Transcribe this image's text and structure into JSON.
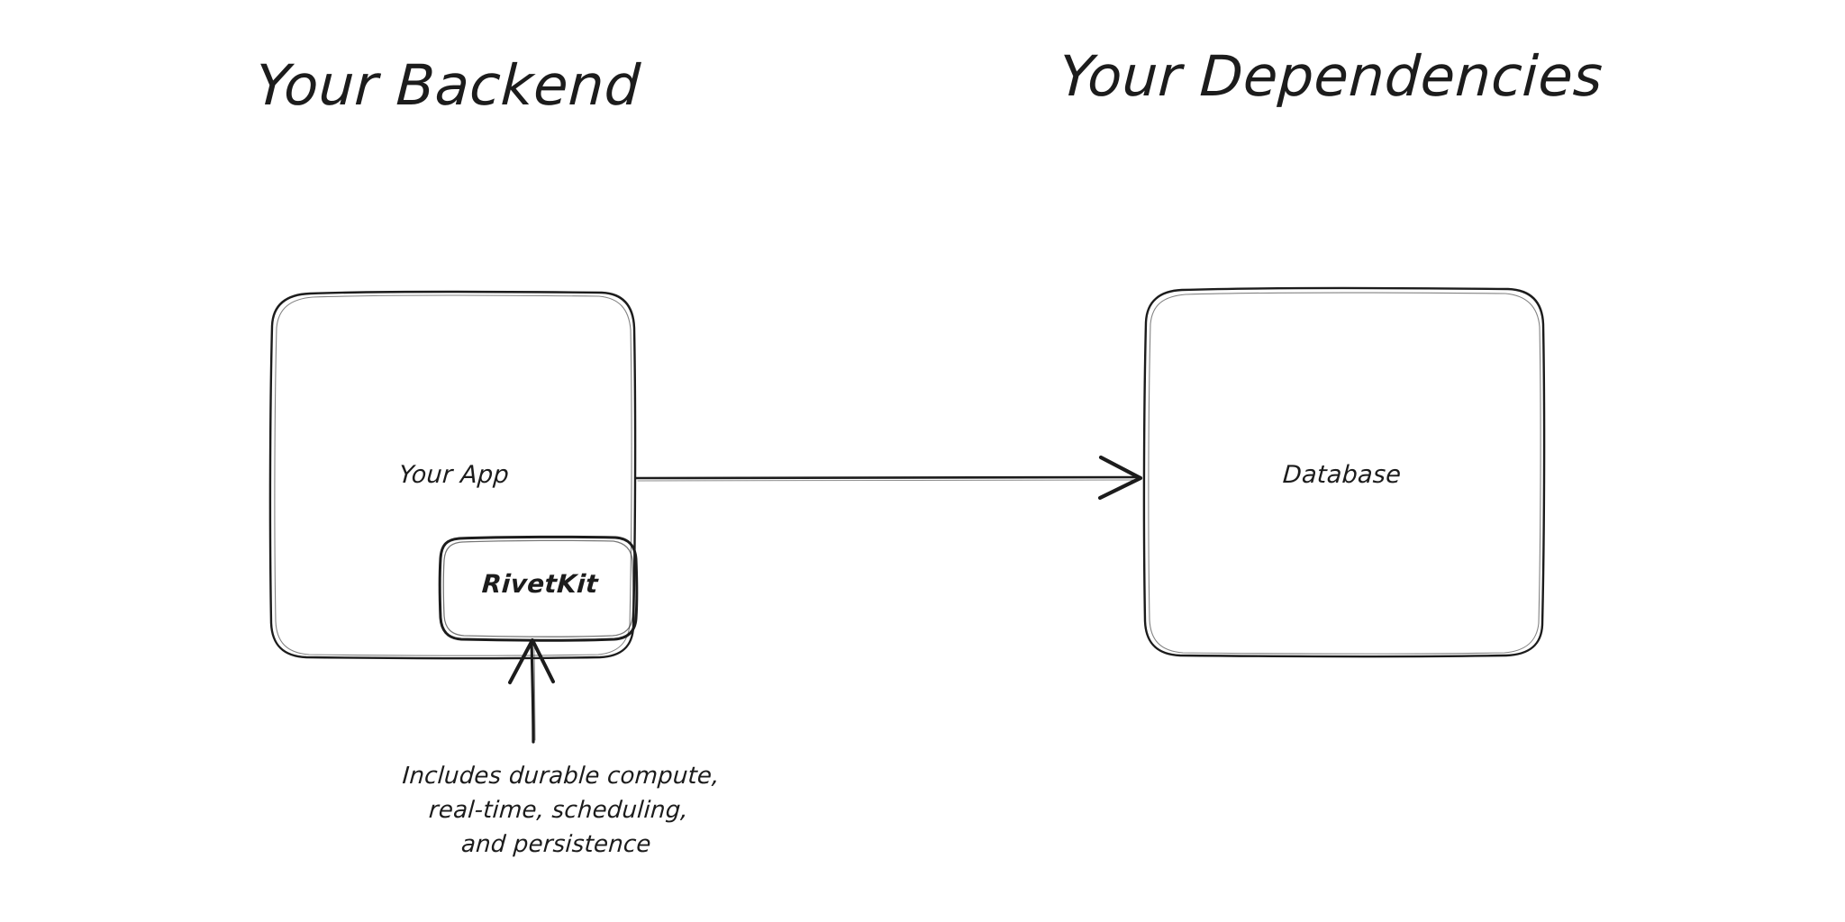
{
  "diagram": {
    "background_color": "#ffffff",
    "stroke_color": "#1c1c1c",
    "text_color": "#1c1c1c",
    "style": "hand-drawn sketch"
  },
  "sections": [
    {
      "id": "backend",
      "title": "Your Backend"
    },
    {
      "id": "dependencies",
      "title": "Your Dependencies"
    }
  ],
  "nodes": [
    {
      "id": "your-app",
      "label": "Your App"
    },
    {
      "id": "rivetkit",
      "label": "RivetKit"
    },
    {
      "id": "database",
      "label": "Database"
    }
  ],
  "connections": [
    {
      "id": "app-to-database",
      "from": "your-app",
      "to": "database",
      "direction": "right",
      "arrowhead": "open-v"
    },
    {
      "id": "annotation-to-rivetkit",
      "from": "annotation",
      "to": "rivetkit",
      "direction": "up",
      "arrowhead": "open-v"
    }
  ],
  "annotation": {
    "id": "rivetkit-annotation",
    "lines": [
      "Includes durable compute,",
      "real-time, scheduling,",
      "and persistence"
    ]
  }
}
